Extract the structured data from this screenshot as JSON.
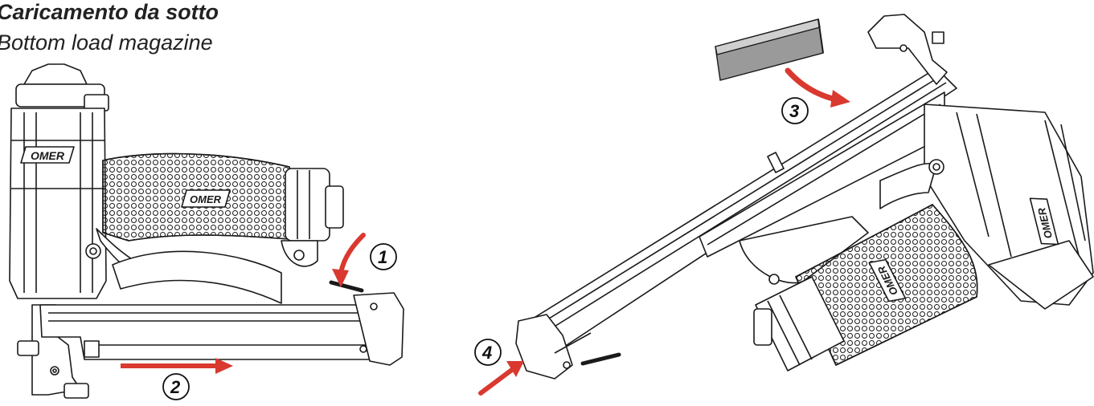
{
  "header": {
    "title_it": "Caricamento da sotto",
    "title_en": "Bottom load magazine"
  },
  "brand": {
    "logo_text": "OMER"
  },
  "steps": [
    {
      "number": "1"
    },
    {
      "number": "2"
    },
    {
      "number": "3"
    },
    {
      "number": "4"
    }
  ],
  "colors": {
    "arrow": "#d9392f",
    "line": "#1a1a1a",
    "fill": "#ffffff"
  }
}
